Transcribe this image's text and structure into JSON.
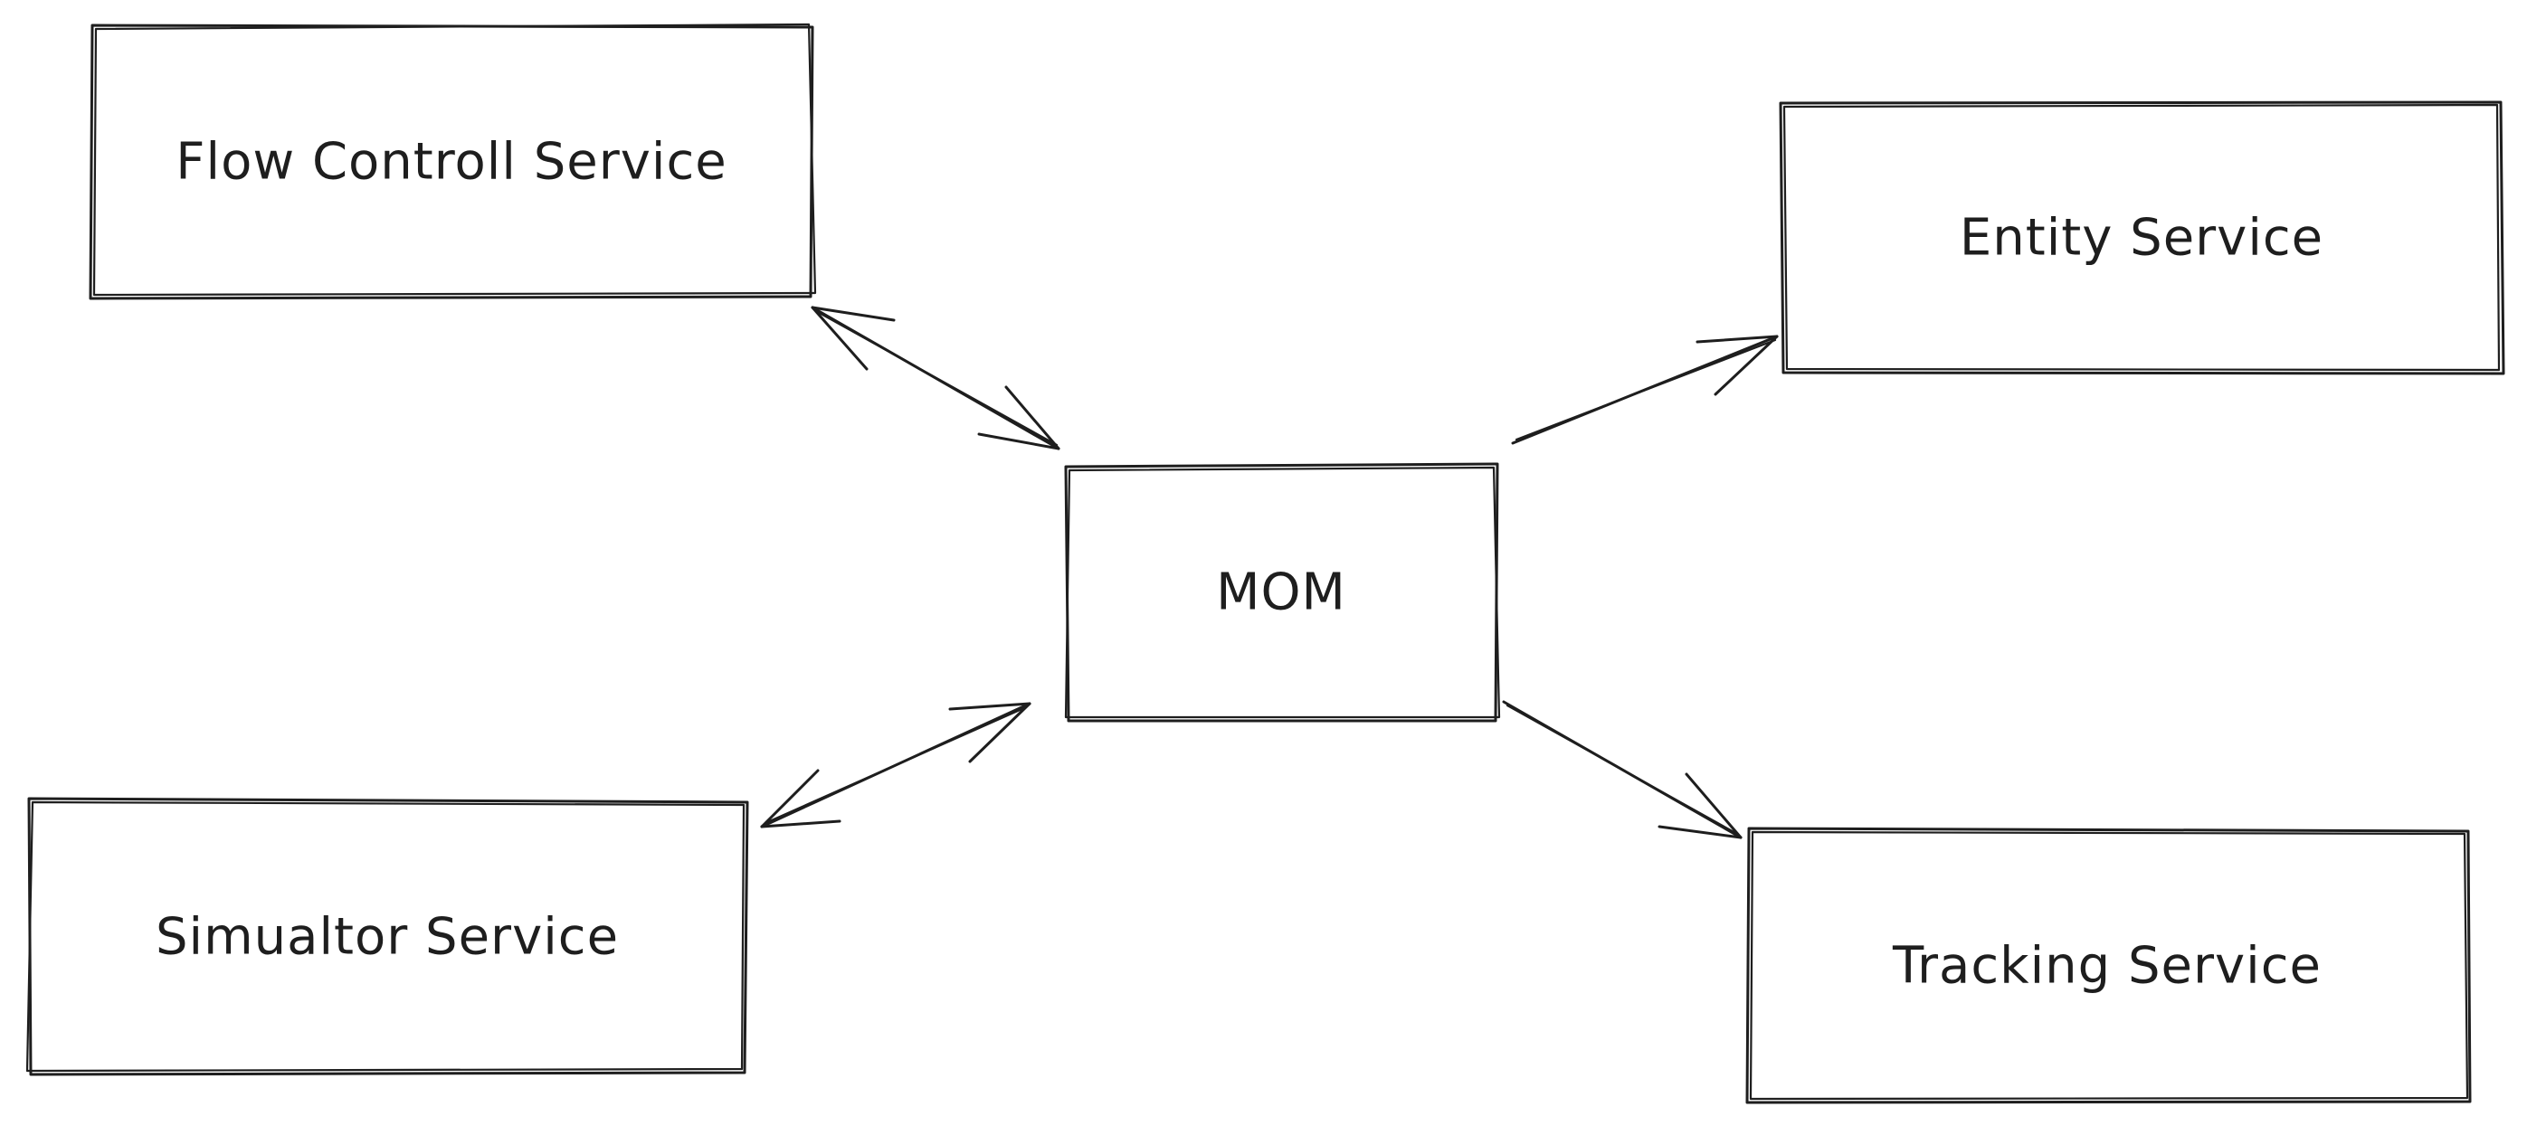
{
  "nodes": {
    "flow_control": {
      "label": "Flow Controll Service"
    },
    "entity": {
      "label": "Entity Service"
    },
    "mom": {
      "label": "MOM"
    },
    "simulator": {
      "label": "Simualtor Service"
    },
    "tracking": {
      "label": "Tracking Service"
    }
  },
  "edges": [
    {
      "from": "Flow Controll Service",
      "to": "MOM",
      "direction": "bidirectional"
    },
    {
      "from": "MOM",
      "to": "Entity Service",
      "direction": "forward"
    },
    {
      "from": "MOM",
      "to": "Simualtor Service",
      "direction": "bidirectional"
    },
    {
      "from": "MOM",
      "to": "Tracking Service",
      "direction": "forward"
    }
  ],
  "colors": {
    "stroke": "#1e1e1e",
    "background": "#ffffff"
  }
}
